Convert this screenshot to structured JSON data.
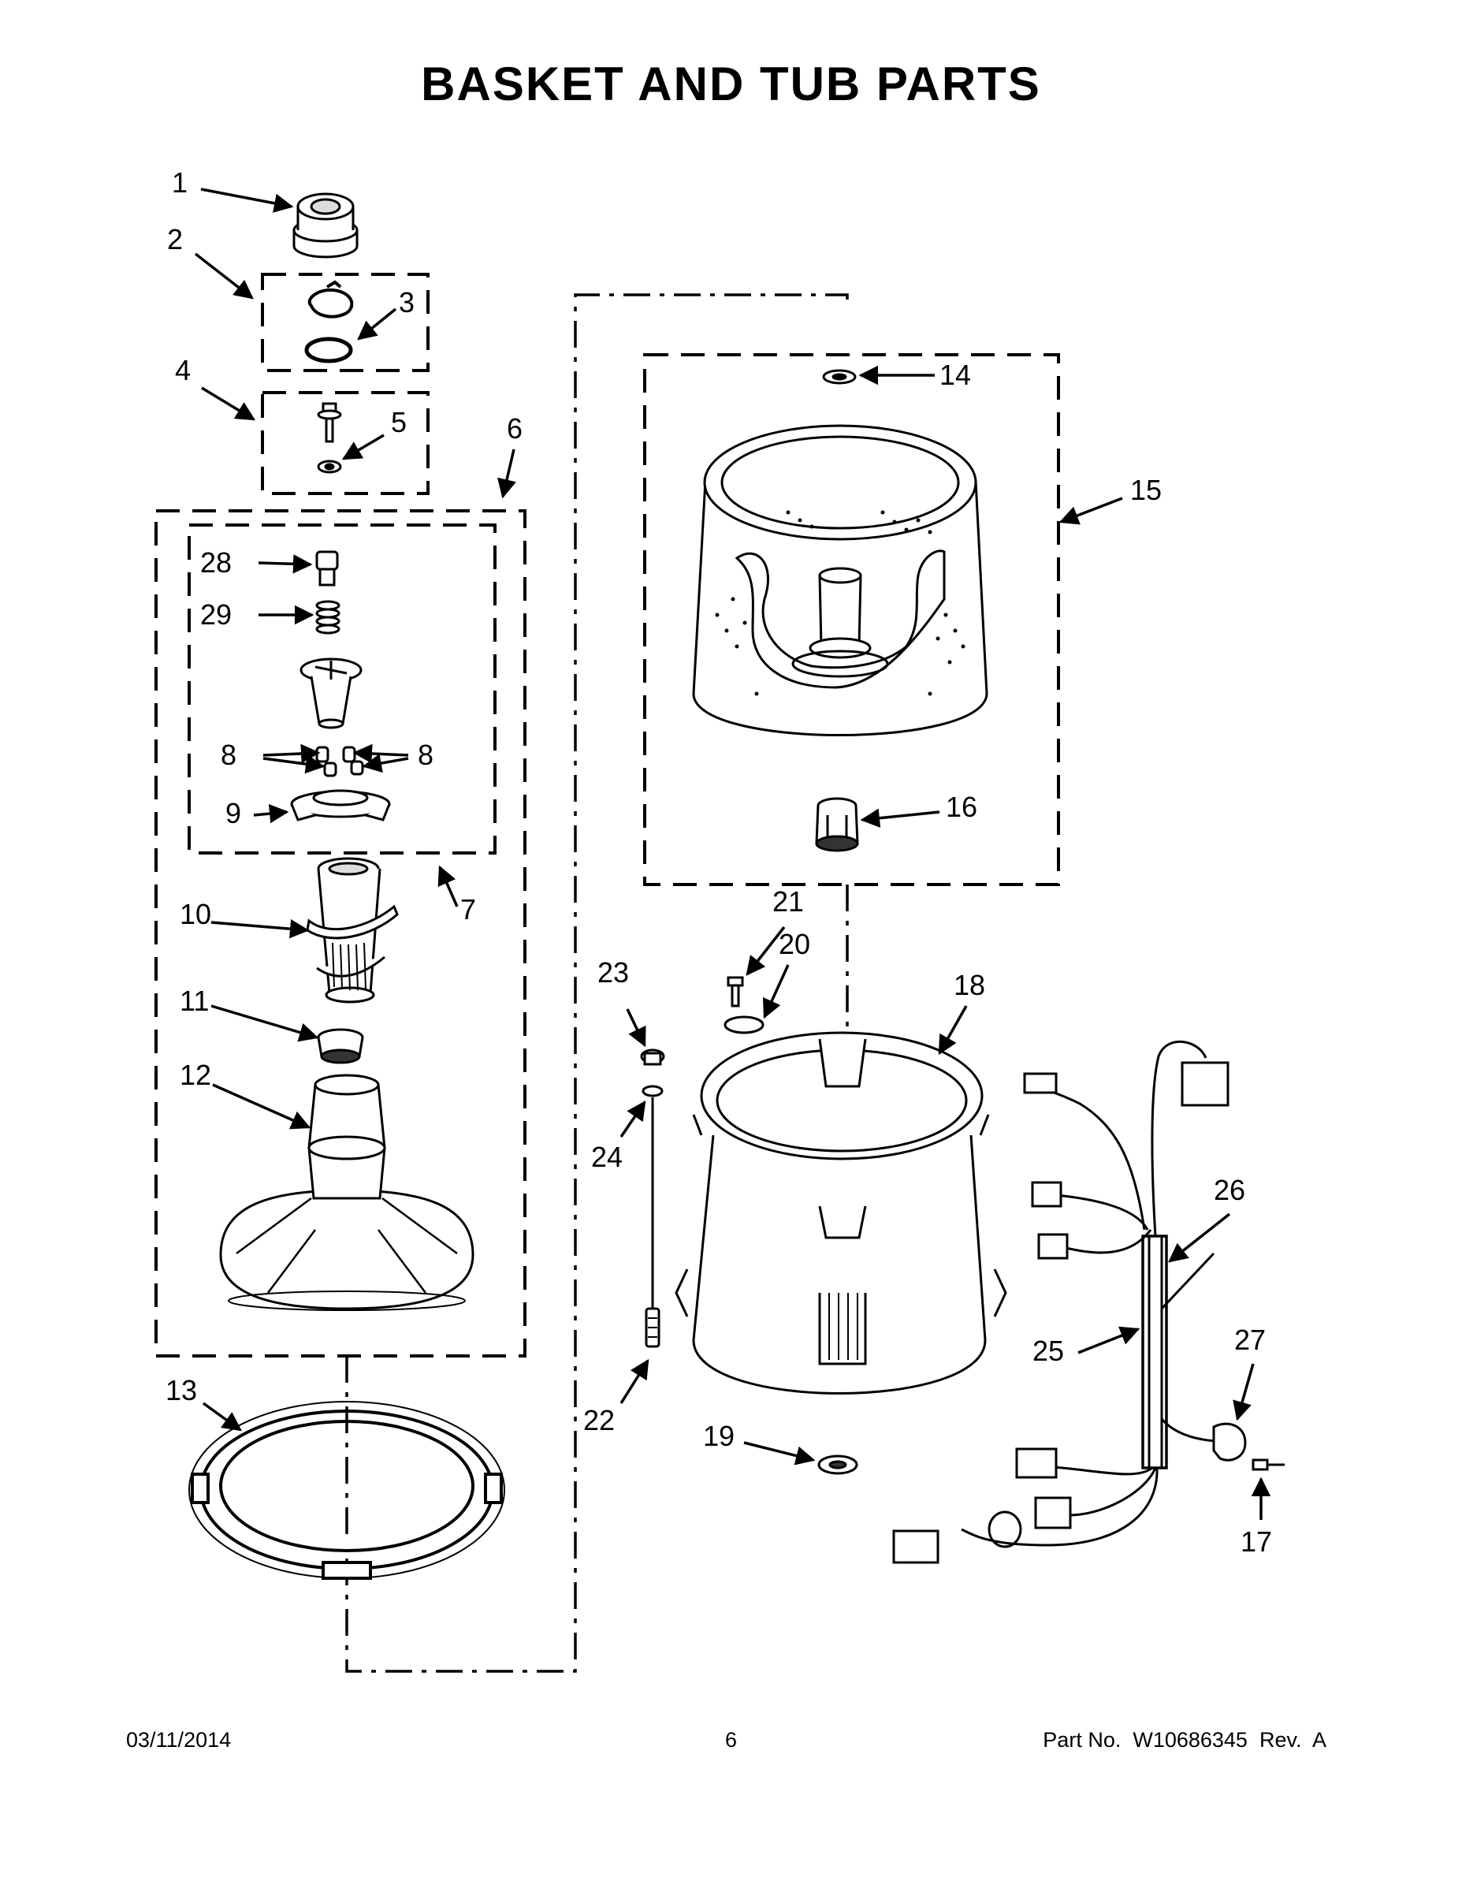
{
  "title": "BASKET AND TUB PARTS",
  "callouts": {
    "c1": "1",
    "c2": "2",
    "c3": "3",
    "c4": "4",
    "c5": "5",
    "c6": "6",
    "c7": "7",
    "c8a": "8",
    "c8b": "8",
    "c9": "9",
    "c10": "10",
    "c11": "11",
    "c12": "12",
    "c13": "13",
    "c14": "14",
    "c15": "15",
    "c16": "16",
    "c17": "17",
    "c18": "18",
    "c19": "19",
    "c20": "20",
    "c21": "21",
    "c22": "22",
    "c23": "23",
    "c24": "24",
    "c25": "25",
    "c26": "26",
    "c27": "27",
    "c28": "28",
    "c29": "29"
  },
  "footer": {
    "date": "03/11/2014",
    "page": "6",
    "part": "Part No.  W10686345  Rev.  A"
  }
}
